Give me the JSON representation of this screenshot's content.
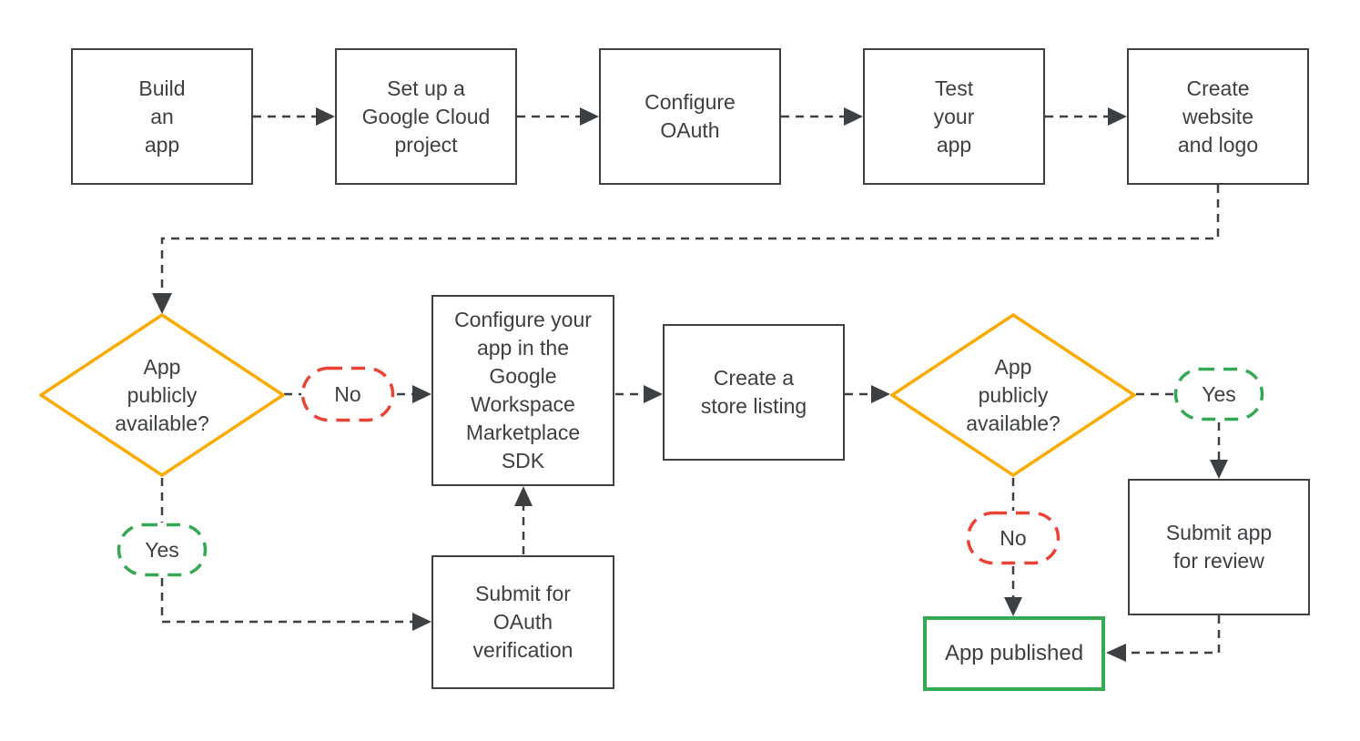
{
  "colors": {
    "outline": "#3c4043",
    "text": "#3c4043",
    "decision_yellow": "#f9ab00",
    "no_red": "#ea4335",
    "yes_green": "#34a853",
    "published_green": "#34a853",
    "background": "#ffffff"
  },
  "nodes": {
    "build_app": {
      "label": "Build\nan\napp"
    },
    "setup_project": {
      "label": "Set up a\nGoogle Cloud\nproject"
    },
    "configure_oauth": {
      "label": "Configure\nOAuth"
    },
    "test_app": {
      "label": "Test\nyour\napp"
    },
    "create_website": {
      "label": "Create\nwebsite\nand logo"
    },
    "decision_public_1": {
      "label": "App\npublicly\navailable?"
    },
    "no_1": {
      "label": "No"
    },
    "yes_1": {
      "label": "Yes"
    },
    "configure_marketplace": {
      "label": "Configure your\napp in the\nGoogle\nWorkspace\nMarketplace\nSDK"
    },
    "submit_oauth": {
      "label": "Submit for\nOAuth\nverification"
    },
    "store_listing": {
      "label": "Create a\nstore listing"
    },
    "decision_public_2": {
      "label": "App\npublicly\navailable?"
    },
    "yes_2": {
      "label": "Yes"
    },
    "no_2": {
      "label": "No"
    },
    "submit_review": {
      "label": "Submit app\nfor review"
    },
    "app_published": {
      "label": "App published"
    }
  }
}
